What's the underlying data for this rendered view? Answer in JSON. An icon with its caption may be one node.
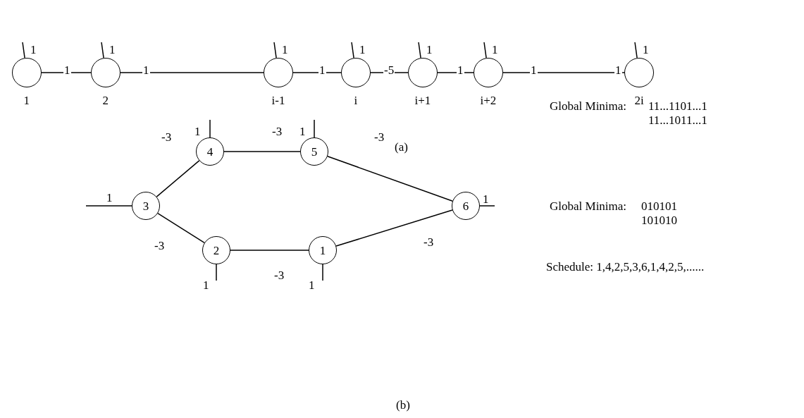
{
  "diagram": {
    "nodes": [
      {
        "text": [],
        "shape": "circle",
        "beside": [
          "1"
        ]
      },
      {
        "text": [],
        "shape": "circle",
        "beside": [
          "2"
        ]
      },
      {
        "text": [],
        "shape": "circle",
        "beside": [
          "i-1"
        ]
      },
      {
        "text": [],
        "shape": "circle",
        "beside": [
          "i"
        ]
      },
      {
        "text": [],
        "shape": "circle",
        "beside": [
          "i+1"
        ]
      },
      {
        "text": [],
        "shape": "circle",
        "beside": [
          "i+2"
        ]
      },
      {
        "text": [],
        "shape": "circle",
        "beside": [
          "2i"
        ]
      },
      {
        "text": [
          "4"
        ]
      },
      {
        "text": [
          "5"
        ]
      },
      {
        "text": [
          "3"
        ]
      },
      {
        "text": [
          "6"
        ]
      },
      {
        "text": [
          "2"
        ]
      },
      {
        "text": [
          "1"
        ]
      }
    ],
    "edges": [
      {
        "from": null,
        "to": 0,
        "arrow": "none",
        "label": "1"
      },
      {
        "from": null,
        "to": 1,
        "arrow": "none",
        "label": "1"
      },
      {
        "from": null,
        "to": 2,
        "arrow": "none",
        "label": "1"
      },
      {
        "from": null,
        "to": 3,
        "arrow": "none",
        "label": "1"
      },
      {
        "from": null,
        "to": 4,
        "arrow": "none",
        "label": "1"
      },
      {
        "from": null,
        "to": 5,
        "arrow": "none",
        "label": "1"
      },
      {
        "from": null,
        "to": 6,
        "arrow": "none",
        "label": "1"
      },
      {
        "from": 0,
        "to": 1,
        "arrow": "none",
        "label": "1"
      },
      {
        "from": 1,
        "to": 2,
        "arrow": "none",
        "label": "1"
      },
      {
        "from": 2,
        "to": 3,
        "arrow": "none",
        "label": "1"
      },
      {
        "from": 3,
        "to": 4,
        "arrow": "none",
        "label": "-5"
      },
      {
        "from": 4,
        "to": 5,
        "arrow": "none",
        "label": "1"
      },
      {
        "from": 5,
        "to": 6,
        "arrow": "none",
        "label": "1"
      },
      {
        "from": 9,
        "to": 7,
        "arrow": "none",
        "label": "-3"
      },
      {
        "from": 7,
        "to": 8,
        "arrow": "none",
        "label": "-3"
      },
      {
        "from": 8,
        "to": 10,
        "arrow": "none",
        "label": "-3"
      },
      {
        "from": 9,
        "to": 11,
        "arrow": "none",
        "label": "-3"
      },
      {
        "from": 11,
        "to": 12,
        "arrow": "none",
        "label": "-3"
      },
      {
        "from": 12,
        "to": 10,
        "arrow": "none",
        "label": "-3"
      },
      {
        "from": null,
        "to": 9,
        "arrow": "none",
        "label": "1"
      },
      {
        "from": null,
        "to": 7,
        "arrow": "none",
        "label": "1"
      },
      {
        "from": null,
        "to": 8,
        "arrow": "none",
        "label": "1"
      },
      {
        "from": null,
        "to": 10,
        "arrow": "none",
        "label": "1"
      },
      {
        "from": null,
        "to": 11,
        "arrow": "none",
        "label": "1"
      },
      {
        "from": null,
        "to": 12,
        "arrow": "none",
        "label": "1"
      }
    ],
    "labels": [
      "1",
      "Global Minima:",
      "11...1101...1",
      "11...1011...1",
      "(a)",
      "Global Minima:",
      "010101",
      "101010",
      "Schedule: 1,4,2,5,3,6,1,4,2,5,......",
      "(b)"
    ]
  }
}
